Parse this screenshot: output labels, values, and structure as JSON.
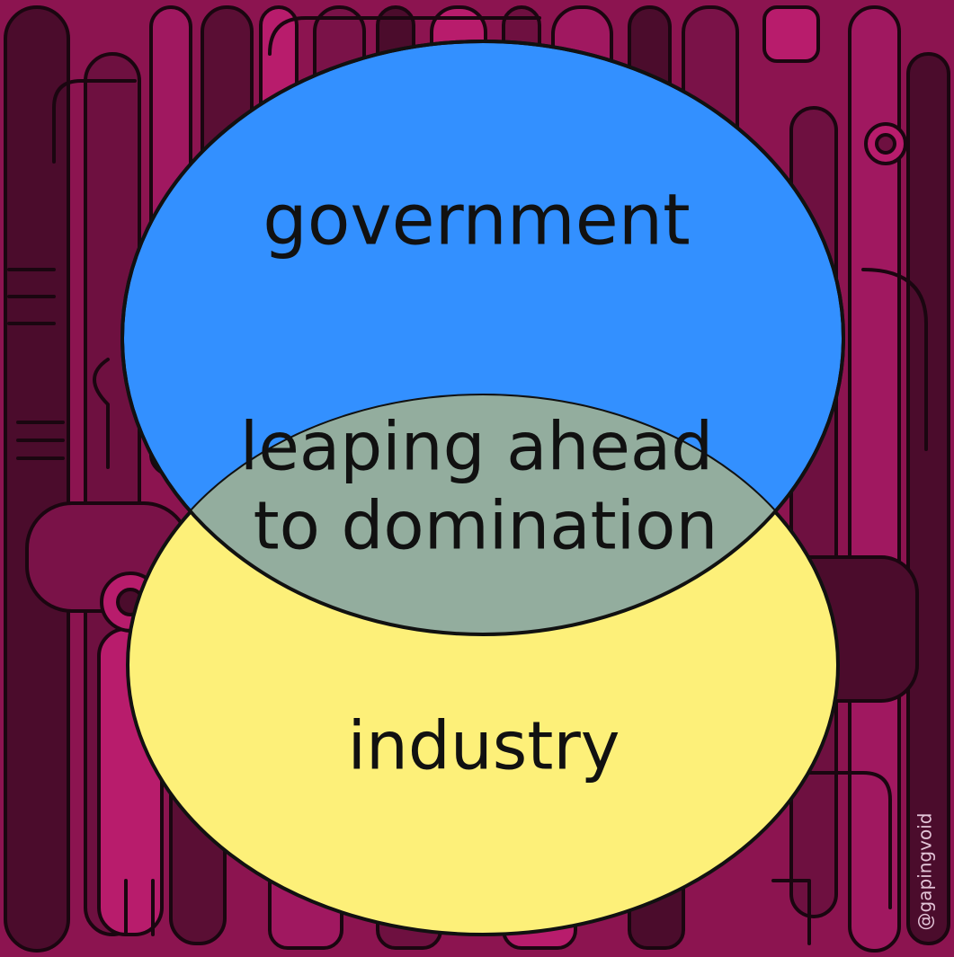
{
  "diagram": {
    "type": "venn",
    "sets": [
      {
        "label": "government",
        "color": "#3390ff"
      },
      {
        "label": "industry",
        "color": "#fdf079"
      }
    ],
    "intersection": {
      "lines": [
        "leaping ahead",
        "to domination"
      ],
      "color": "#93ad9e"
    }
  },
  "credit": "@gapingvoid",
  "colors": {
    "background": "#8c1450",
    "background_dark": "#4b0c2c",
    "background_light": "#b81c6c",
    "outline": "#111111"
  }
}
